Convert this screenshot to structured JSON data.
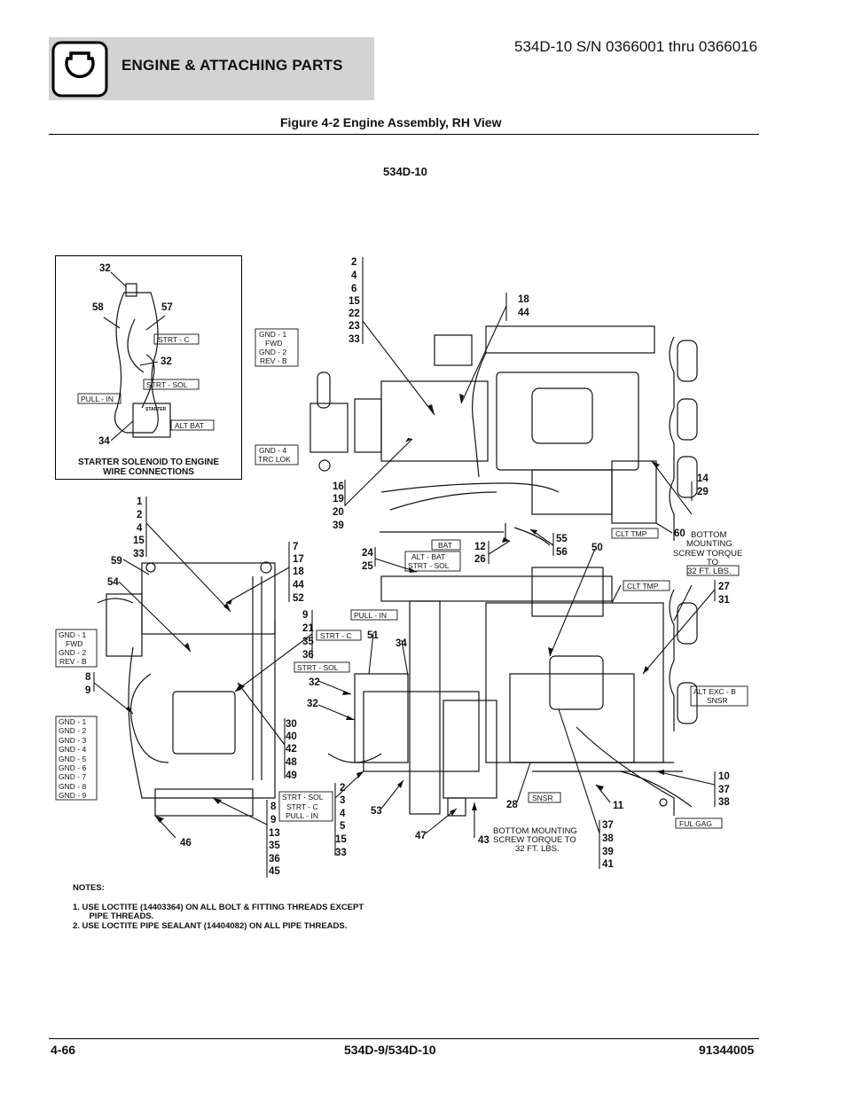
{
  "header": {
    "section_title": "ENGINE & ATTACHING PARTS",
    "model_serial": "534D-10 S/N 0366001 thru 0366016",
    "section_icon": "engine-outline-icon"
  },
  "figure": {
    "title": "Figure 4-2 Engine Assembly, RH View",
    "subtitle": "534D-10"
  },
  "inset": {
    "caption_line1": "STARTER SOLENOID TO ENGINE",
    "caption_line2": "WIRE CONNECTIONS",
    "callouts": [
      "32",
      "58",
      "57",
      "32",
      "34"
    ],
    "labels": [
      "STRT - C",
      "STRT - SOL",
      "PULL - IN",
      "ALT BAT"
    ],
    "starter_text": "STARTER"
  },
  "callouts": {
    "c_2_4_6": [
      "2",
      "4",
      "6",
      "15",
      "22",
      "23",
      "33"
    ],
    "c_18_44": [
      "18",
      "44"
    ],
    "c_16_19": [
      "16",
      "19",
      "20",
      "39"
    ],
    "c_14_29": [
      "14",
      "29"
    ],
    "c_60": "60",
    "c_1_2_4": [
      "1",
      "2",
      "4",
      "15",
      "33"
    ],
    "c_7_17": [
      "7",
      "17",
      "18",
      "44",
      "52"
    ],
    "c_59": "59",
    "c_54": "54",
    "c_9_21": [
      "9",
      "21",
      "35",
      "36"
    ],
    "c_24_25": [
      "24",
      "25"
    ],
    "c_12_26": [
      "12",
      "26"
    ],
    "c_55_56": [
      "55",
      "56"
    ],
    "c_50": "50",
    "c_27_31": [
      "27",
      "31"
    ],
    "c_51": "51",
    "c_34": "34",
    "c_32a": "32",
    "c_32b": "32",
    "c_8_9": [
      "8",
      "9"
    ],
    "c_30_40": [
      "30",
      "40",
      "42",
      "48",
      "49"
    ],
    "c_8_9_13": [
      "8",
      "9",
      "13",
      "35",
      "36",
      "45"
    ],
    "c_2_3_4": [
      "2",
      "3",
      "4",
      "5",
      "15",
      "33"
    ],
    "c_53": "53",
    "c_46": "46",
    "c_47": "47",
    "c_43": "43",
    "c_28": "28",
    "c_37_38": [
      "37",
      "38",
      "39",
      "41"
    ],
    "c_11": "11",
    "c_10_37": [
      "10",
      "37",
      "38"
    ]
  },
  "wire_labels": {
    "gnd1_fwd_top": [
      "GND - 1",
      "FWD",
      "GND - 2",
      "REV - B"
    ],
    "gnd4_trc": [
      "GND - 4",
      "TRC LOK"
    ],
    "clt_tmp_top": "CLT TMP",
    "bottom_mount_right": [
      "BOTTOM",
      "MOUNTING",
      "SCREW TORQUE",
      "TO",
      "32 FT. LBS."
    ],
    "bat_block": [
      "BAT",
      "ALT - BAT",
      "STRT - SOL"
    ],
    "clt_tmp_mid": "CLT TMP",
    "gnd1_fwd_left": [
      "GND - 1",
      "FWD",
      "GND - 2",
      "REV - B"
    ],
    "pull_in": "PULL - IN",
    "strt_c": "STRT - C",
    "strt_sol": "STRT - SOL",
    "alt_exc": [
      "ALT EXC - B",
      "SNSR"
    ],
    "gnd_list": [
      "GND - 1",
      "GND - 2",
      "GND - 3",
      "GND - 4",
      "GND - 5",
      "GND - 6",
      "GND - 7",
      "GND - 8",
      "GND - 9"
    ],
    "strt_block_bottom": [
      "STRT - SOL",
      "STRT - C",
      "PULL - IN"
    ],
    "snsr": "SNSR",
    "bottom_mount_bottom": [
      "BOTTOM MOUNTING",
      "SCREW TORQUE TO",
      "32 FT. LBS."
    ],
    "ful_gag": "FUL GAG"
  },
  "notes": {
    "title": "NOTES:",
    "items": [
      "1.    USE LOCTITE (14403364) ON ALL BOLT & FITTING THREADS EXCEPT",
      "       PIPE THREADS.",
      "2.    USE LOCTITE PIPE SEALANT (14404082) ON ALL PIPE THREADS."
    ]
  },
  "footer": {
    "page": "4-66",
    "models": "534D-9/534D-10",
    "doc_number": "91344005"
  }
}
